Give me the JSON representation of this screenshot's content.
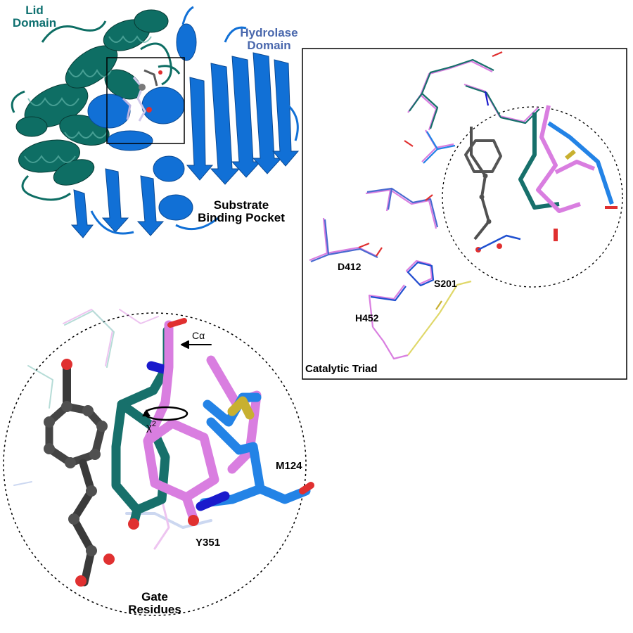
{
  "labels": {
    "lid_domain": [
      "Lid",
      "Domain"
    ],
    "hydrolase_domain": [
      "Hydrolase",
      "Domain"
    ],
    "substrate_pocket": [
      "Substrate",
      "Binding Pocket"
    ],
    "catalytic_triad": "Catalytic Triad",
    "d412": "D412",
    "s201": "S201",
    "h452": "H452",
    "gate_residues": [
      "Gate",
      "Residues"
    ],
    "m124": "M124",
    "y351": "Y351",
    "c_alpha": "Cα",
    "chi2_symbol": "χ",
    "chi2_superscript": "2"
  },
  "colors": {
    "lid_domain": "#0e6e64",
    "hydrolase_domain": "#1170d6",
    "ligand": "#4a4a4a",
    "variant_pink": "#d97ee0",
    "variant_teal": "#17706b",
    "variant_blue": "#2383e6",
    "oxygen": "#e03030",
    "nitrogen": "#1a1acc",
    "sulfur": "#c8b030"
  }
}
